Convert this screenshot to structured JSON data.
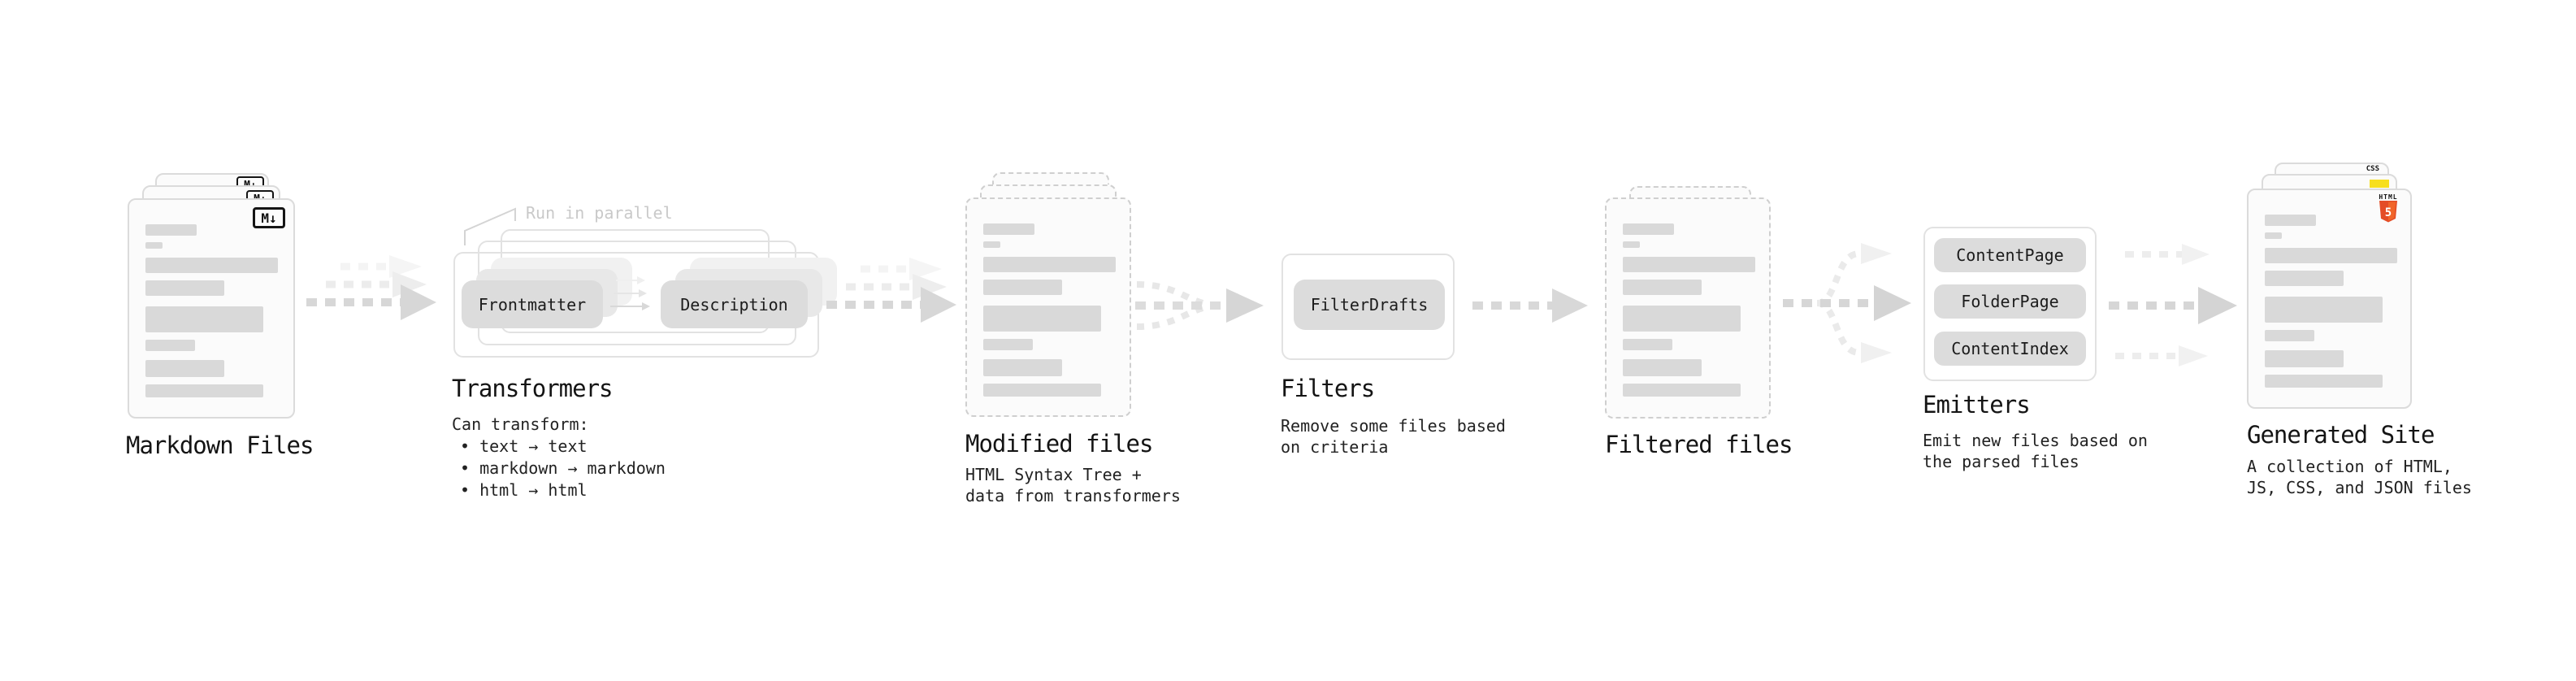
{
  "pipeline": {
    "markdown_files": {
      "title": "Markdown Files",
      "icon_label": "M↓"
    },
    "transformers": {
      "title": "Transformers",
      "parallel_note": "Run in parallel",
      "step_a": "Frontmatter",
      "step_b": "Description",
      "caption_heading": "Can transform:",
      "bullets": [
        "• text → text",
        "• markdown → markdown",
        "• html → html"
      ]
    },
    "modified_files": {
      "title": "Modified files",
      "caption": "HTML Syntax Tree +\ndata from transformers"
    },
    "filters": {
      "title": "Filters",
      "step": "FilterDrafts",
      "caption": "Remove some files based\non criteria"
    },
    "filtered_files": {
      "title": "Filtered files"
    },
    "emitters": {
      "title": "Emitters",
      "steps": [
        "ContentPage",
        "FolderPage",
        "ContentIndex"
      ],
      "caption": "Emit new files based on\nthe parsed files"
    },
    "generated_site": {
      "title": "Generated Site",
      "caption": "A collection of HTML,\nJS, CSS, and JSON files",
      "css_badge": "CSS",
      "html_badge_top": "HTML",
      "html_badge_number": "5"
    }
  },
  "colors": {
    "html_orange": "#e44d26",
    "js_yellow": "#f7df1e",
    "css_blue": "#2965f1"
  }
}
